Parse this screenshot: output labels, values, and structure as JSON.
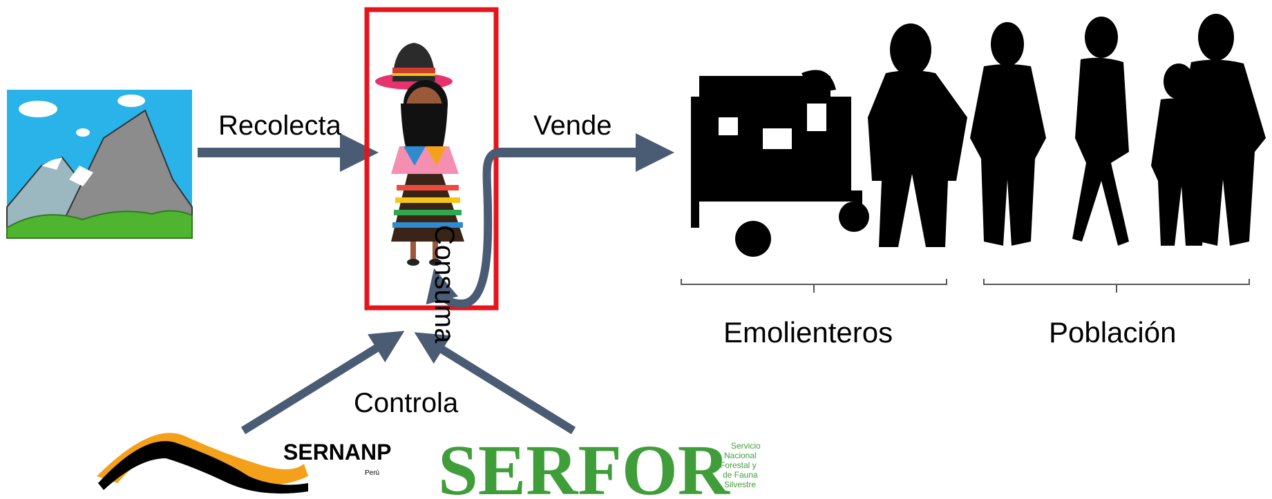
{
  "edges": {
    "recolecta": "Recolecta",
    "vende": "Vende",
    "consuma": "Consuma",
    "controla": "Controla"
  },
  "groups": {
    "emolienteros": "Emolienteros",
    "poblacion": "Población"
  },
  "logos": {
    "sernanp_text": "SERNANP",
    "sernanp_sub": "Perú",
    "serfor_text": "SERFOR",
    "serfor_sub": [
      "Servicio",
      "Nacional",
      "Forestal y",
      "de Fauna",
      "Silvestre"
    ]
  },
  "colors": {
    "arrow": "#4a5b74",
    "highlight_box": "#e8141c",
    "sky": "#29b3e8",
    "mountain": "#8c8c8c",
    "grass": "#4fb531",
    "serfor_green": "#3f9e3a",
    "sernanp_orange": "#f5a01a"
  },
  "icons": [
    "mountain-landscape-icon",
    "andean-woman-icon",
    "cart-icon",
    "people-silhouettes-icon"
  ]
}
